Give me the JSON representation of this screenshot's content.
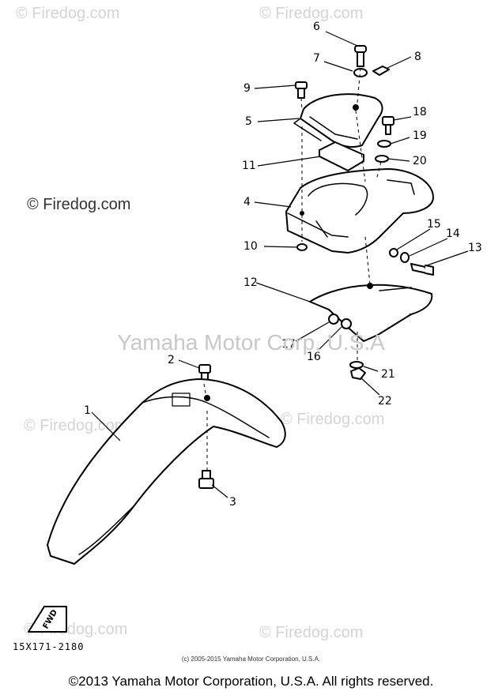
{
  "watermarks": {
    "small": "© Firedog.com",
    "main": "Yamaha Motor Corp, U.S.A",
    "dark": "© Firedog.com"
  },
  "part_numbers": [
    "1",
    "2",
    "3",
    "4",
    "5",
    "6",
    "7",
    "8",
    "9",
    "10",
    "11",
    "12",
    "13",
    "14",
    "15",
    "16",
    "17",
    "18",
    "19",
    "20",
    "21",
    "22"
  ],
  "diagram_code": "15X171-2180",
  "fwd_label": "FWD",
  "small_copyright": "(c) 2005-2015 Yamaha Motor Corporation, U.S.A.",
  "footer": "©2013 Yamaha Motor Corporation, U.S.A. All rights reserved."
}
